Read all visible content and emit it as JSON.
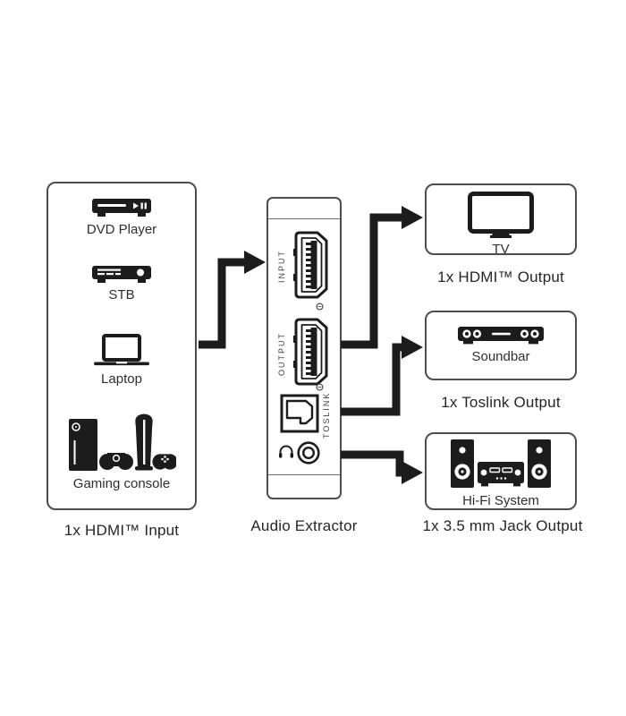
{
  "colors": {
    "ink": "#1c1c1c",
    "border": "#4d4d4d",
    "background": "#ffffff"
  },
  "sources": {
    "caption": "1x HDMI™ Input",
    "items": [
      {
        "label": "DVD Player",
        "icon": "dvd-player-icon"
      },
      {
        "label": "STB",
        "icon": "stb-icon"
      },
      {
        "label": "Laptop",
        "icon": "laptop-icon"
      },
      {
        "label": "Gaming console",
        "icon": "gaming-console-icon"
      }
    ]
  },
  "device": {
    "caption": "Audio Extractor",
    "ports": [
      {
        "label": "INPUT",
        "type": "hdmi"
      },
      {
        "label": "OUTPUT",
        "type": "hdmi"
      },
      {
        "label": "TOSLINK",
        "type": "toslink"
      },
      {
        "label": "",
        "type": "3.5mm-jack"
      }
    ]
  },
  "outputs": [
    {
      "label": "TV",
      "caption": "1x HDMI™ Output",
      "icon": "tv-icon"
    },
    {
      "label": "Soundbar",
      "caption": "1x Toslink Output",
      "icon": "soundbar-icon"
    },
    {
      "label": "Hi-Fi System",
      "caption": "1x 3.5 mm Jack Output",
      "icon": "hifi-system-icon"
    }
  ]
}
